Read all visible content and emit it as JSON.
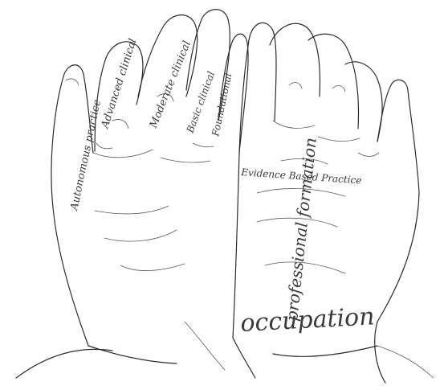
{
  "labels": {
    "autonomous": "Autonomous practice",
    "advanced": "Advanced clinical",
    "moderate": "Moderate clinical",
    "basic": "Basic clinical",
    "foundational": "Foundational",
    "evidence": "Evidence Based Practice",
    "professional": "professional formation",
    "occupation": "occupation"
  }
}
